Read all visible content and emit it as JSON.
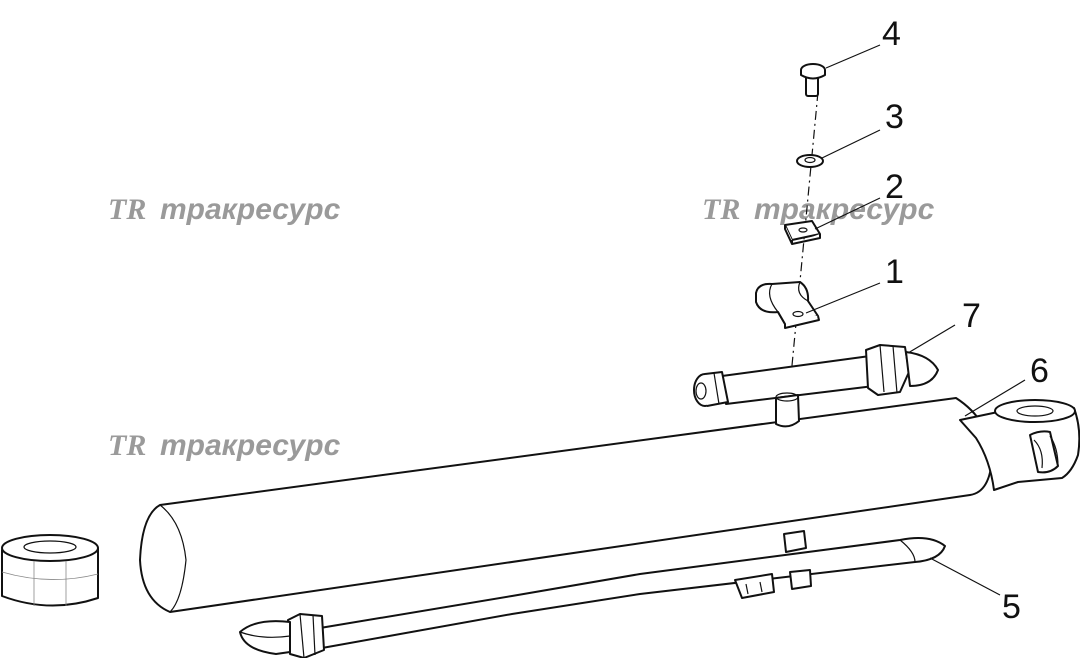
{
  "diagram": {
    "callouts": [
      "1",
      "2",
      "3",
      "4",
      "5",
      "6",
      "7"
    ],
    "watermark": {
      "logo": "TR",
      "text": "тракресурс"
    }
  }
}
